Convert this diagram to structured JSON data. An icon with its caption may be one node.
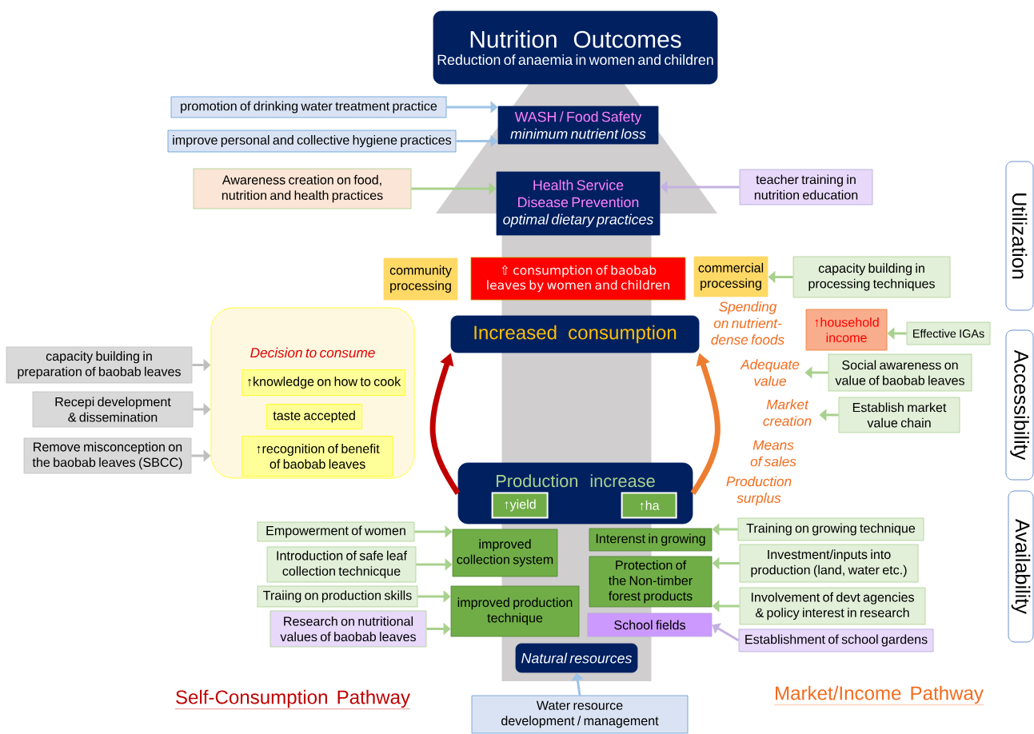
{
  "diagram": {
    "nodes": [
      {
        "text": [
          "Nutrition Outcomes",
          "Reduction of anaemia in women and children"
        ]
      },
      {
        "text": [
          "promotion of drinking water treatment practice"
        ]
      },
      {
        "text": [
          "WASH / Food Safety",
          "minimum nutrient loss"
        ]
      },
      {
        "text": [
          "improve personal and collective hygiene practices"
        ]
      },
      {
        "text": [
          "Awareness creation on food, nutrition and health practices"
        ]
      },
      {
        "text": [
          "Health Service",
          "Disease Prevention",
          "optimal dietary practices"
        ]
      },
      {
        "text": [
          "teacher training in nutrition education"
        ]
      },
      {
        "text": [
          "community processing"
        ]
      },
      {
        "text": [
          "⇧ consumption of baobab leaves by women and children"
        ]
      },
      {
        "text": [
          "commercial processing"
        ]
      },
      {
        "text": [
          "capacity building in processing techniques"
        ]
      },
      {
        "text": [
          "Increased consumption"
        ]
      },
      {
        "text": [
          "↑household income"
        ]
      },
      {
        "text": [
          "Effective IGAs"
        ]
      },
      {
        "text": [
          "Adequate value"
        ]
      },
      {
        "text": [
          "Decision to consume"
        ]
      },
      {
        "text": [
          "↑knowledge on how to cook"
        ],
        "in": 15
      },
      {
        "text": [
          "taste accepted"
        ],
        "in": 15
      },
      {
        "text": [
          "↑recognition of benefit of baobab leaves"
        ],
        "in": 15
      },
      {
        "text": [
          "capacity building in preparation of baobab leaves"
        ]
      },
      {
        "text": [
          "Recepi development & dissemination"
        ]
      },
      {
        "text": [
          "Remove misconception on the baobab leaves (SBCC)"
        ]
      },
      {
        "text": [
          "Social awareness on value of baobab leaves"
        ]
      },
      {
        "text": [
          "Market creation"
        ]
      },
      {
        "text": [
          "Establish market value chain"
        ]
      },
      {
        "text": [
          "Production increase"
        ]
      },
      {
        "text": [
          "↑yield"
        ],
        "in": 25
      },
      {
        "text": [
          "↑ha"
        ],
        "in": 25
      },
      {
        "text": [
          "Empowerment of women"
        ]
      },
      {
        "text": [
          "Introduction of safe leaf collection technicque"
        ]
      },
      {
        "text": [
          "improved collection system"
        ]
      },
      {
        "text": [
          "Interenst in growing"
        ]
      },
      {
        "text": [
          "Training on growing technique"
        ]
      },
      {
        "text": [
          "Traiing on production skills"
        ]
      },
      {
        "text": [
          "Research on nutritional values of baobab leaves"
        ]
      },
      {
        "text": [
          "improved production technique"
        ]
      },
      {
        "text": [
          "Protection of the Non-timber forest products"
        ]
      },
      {
        "text": [
          "Investment/inputs into production (land, water etc.)"
        ]
      },
      {
        "text": [
          "Involvement of devt agencies & policy interest in research"
        ]
      },
      {
        "text": [
          "School fields"
        ]
      },
      {
        "text": [
          "Establishment of school gardens"
        ]
      },
      {
        "text": [
          "Natural resources"
        ]
      },
      {
        "text": [
          "Water resource development / management"
        ]
      },
      {
        "text": [
          "Utilization"
        ]
      },
      {
        "text": [
          "Accessibility"
        ]
      },
      {
        "text": [
          "Availability"
        ]
      }
    ],
    "edges": [
      {
        "from": 1,
        "to": 2,
        "arrow": "to",
        "color": "#9dc3e6"
      },
      {
        "from": 3,
        "to": 2,
        "arrow": "to",
        "color": "#9dc3e6"
      },
      {
        "from": 4,
        "to": 5,
        "arrow": "to"
      },
      {
        "from": 6,
        "to": 5,
        "arrow": "to",
        "color": "#c3b1e1"
      },
      {
        "from": 10,
        "to": 9,
        "arrow": "to"
      },
      {
        "from": 13,
        "to": 12,
        "arrow": "to"
      },
      {
        "from": 19,
        "to": 15,
        "arrow": "to",
        "color": "#bfbfbf"
      },
      {
        "from": 20,
        "to": 15,
        "arrow": "to",
        "color": "#bfbfbf"
      },
      {
        "from": 21,
        "to": 15,
        "arrow": "to",
        "color": "#bfbfbf"
      },
      {
        "from": 22,
        "to": 14,
        "arrow": "to"
      },
      {
        "from": 24,
        "to": 23,
        "arrow": "to"
      },
      {
        "from": 25,
        "to": 11,
        "arrow": "to",
        "style": "thick",
        "color": "#c00000"
      },
      {
        "from": 25,
        "to": 11,
        "arrow": "to",
        "style": "thick",
        "color": "#ed7d31"
      },
      {
        "from": 28,
        "to": 30,
        "arrow": "to"
      },
      {
        "from": 29,
        "to": 30,
        "arrow": "to"
      },
      {
        "from": 33,
        "to": 35,
        "arrow": "to"
      },
      {
        "from": 34,
        "to": 35,
        "arrow": "to"
      },
      {
        "from": 32,
        "to": 31,
        "arrow": "to"
      },
      {
        "from": 37,
        "to": 36,
        "arrow": "to"
      },
      {
        "from": 38,
        "to": 36,
        "arrow": "to"
      },
      {
        "from": 40,
        "to": 39,
        "arrow": "to",
        "color": "#c3b1e1"
      },
      {
        "from": 42,
        "to": 41,
        "arrow": "to",
        "color": "#9dc3e6"
      },
      {
        "from": 41,
        "to": 0,
        "arrow": "to",
        "style": "thick",
        "color": "#d0cece"
      }
    ],
    "labels": [
      "Spending on nutrient-dense foods",
      "Means of sales",
      "Production surplus",
      "Self-Consumption Pathway",
      "Market/Income Pathway"
    ]
  }
}
